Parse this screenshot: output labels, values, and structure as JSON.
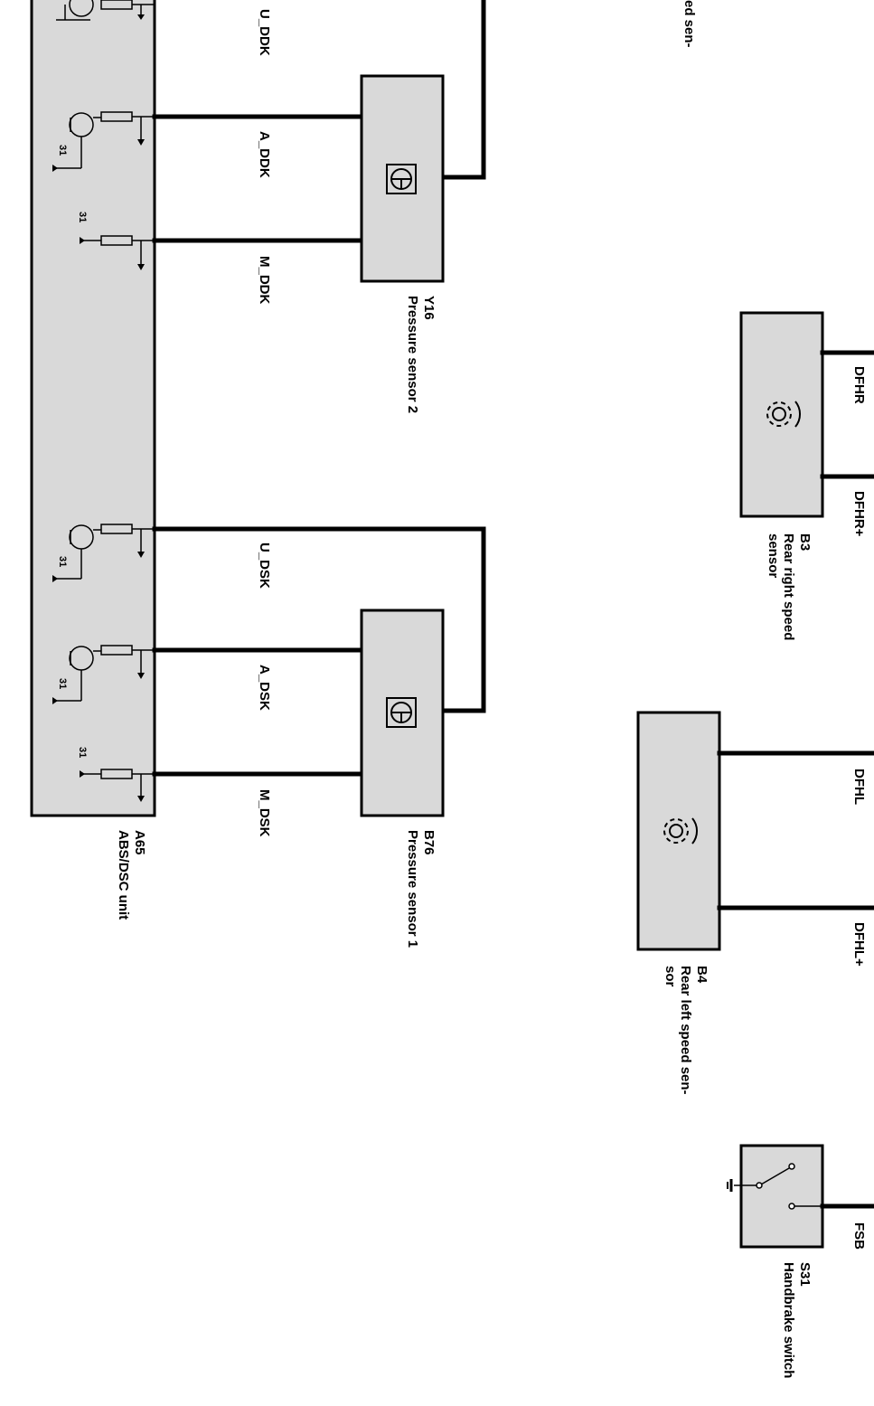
{
  "components": {
    "a65": {
      "code": "A65",
      "name": "ABS/DSC unit"
    },
    "y16": {
      "code": "Y16",
      "name": "Pressure sensor 2"
    },
    "b76": {
      "code": "B76",
      "name": "Pressure sensor 1"
    },
    "b3": {
      "code": "B3",
      "name_line1": "Rear right speed",
      "name_line2": "sensor"
    },
    "b4": {
      "code": "B4",
      "name_line1": "Rear left speed sen-",
      "name_line2": "sor"
    },
    "s31": {
      "code": "S31",
      "name": "Handbrake switch"
    },
    "top_fragment": "ed sen-"
  },
  "signals": {
    "u_ddk": "U_DDK",
    "a_ddk": "A_DDK",
    "m_ddk": "M_DDK",
    "u_dsk": "U_DSK",
    "a_dsk": "A_DSK",
    "m_dsk": "M_DSK",
    "dfhr": "DFHR",
    "dfhr_plus": "DFHR+",
    "dfhl": "DFHL",
    "dfhl_plus": "DFHL+",
    "fsb": "FSB"
  },
  "ground_label": "31",
  "colors": {
    "box_fill": "#d9d9d9",
    "line": "#000000"
  }
}
